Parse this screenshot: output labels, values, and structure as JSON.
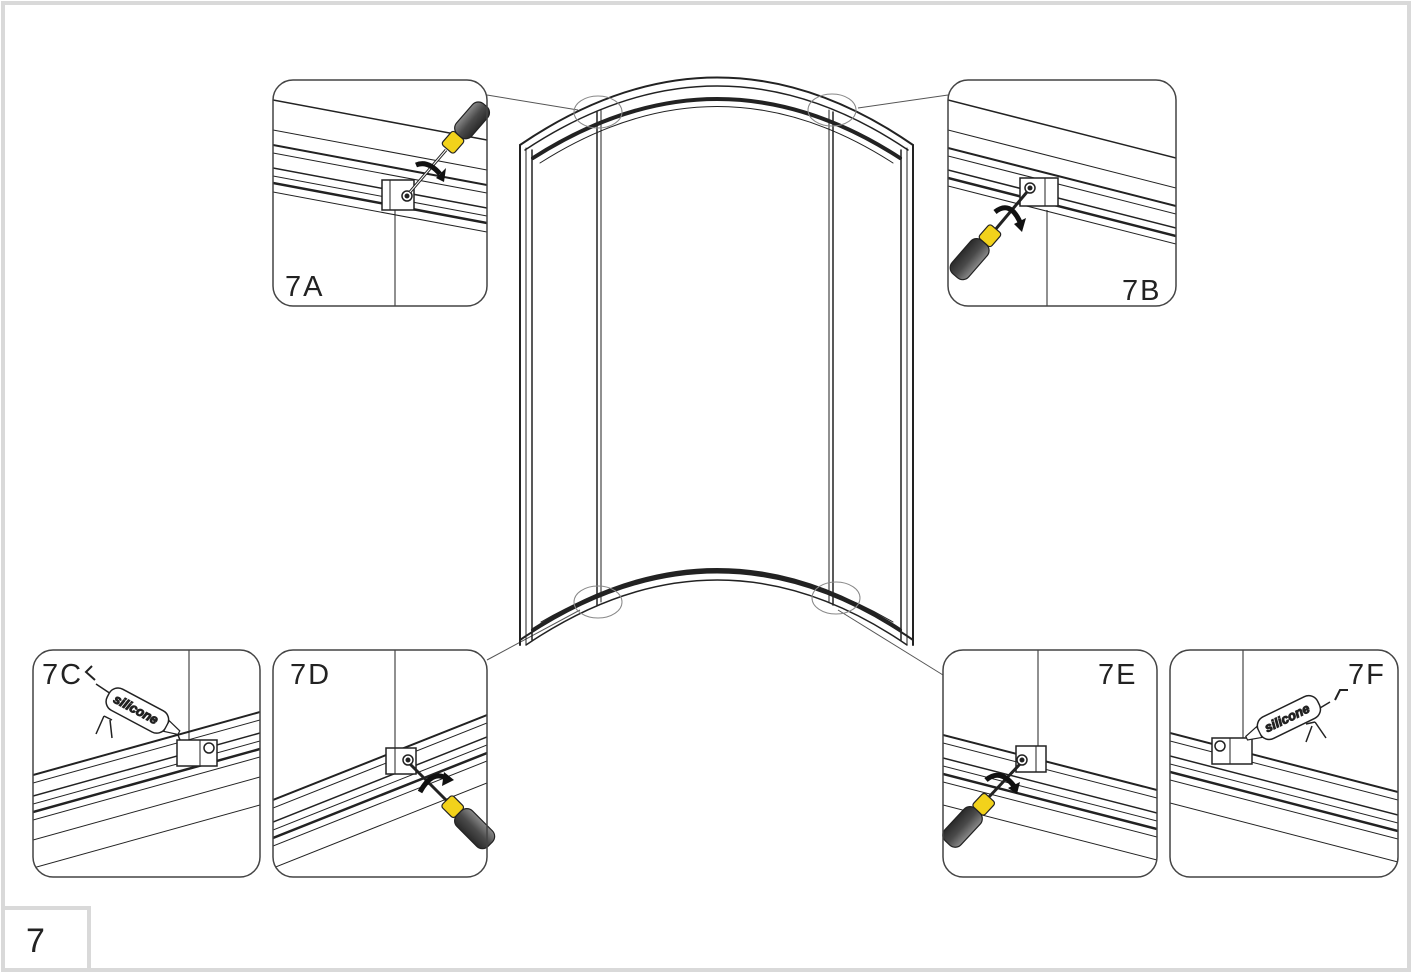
{
  "step_number": "7",
  "sealant_text": "silicone",
  "details": [
    {
      "id": "7A",
      "tool": "screwdriver"
    },
    {
      "id": "7B",
      "tool": "screwdriver"
    },
    {
      "id": "7C",
      "tool": "silicone-gun"
    },
    {
      "id": "7D",
      "tool": "screwdriver"
    },
    {
      "id": "7E",
      "tool": "screwdriver"
    },
    {
      "id": "7F",
      "tool": "silicone-gun"
    }
  ],
  "colors": {
    "frame": "#d9d9d9",
    "line": "#222222",
    "handle": "#555555",
    "tip": "#f2d21b"
  }
}
